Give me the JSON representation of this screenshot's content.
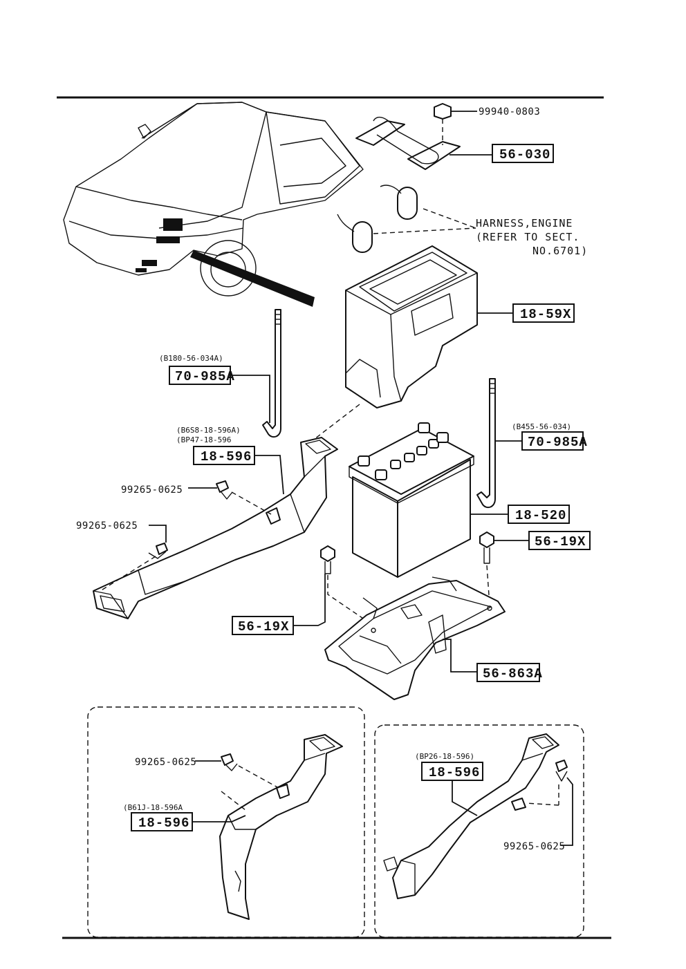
{
  "callouts": {
    "nut_top": "99940-0803",
    "clamp": "56-030",
    "harness_line1": "HARNESS,ENGINE",
    "harness_line2": "(REFER TO SECT.",
    "harness_line3": "NO.6701)",
    "cover": "18-59X",
    "rod_left_sub": "(B180-56-034A)",
    "rod_left": "70-985A",
    "duct_main_sub1": "(B6S8-18-596A)",
    "duct_main_sub2": "(BP47-18-596",
    "duct_main": "18-596",
    "clip_upper": "99265-0625",
    "clip_lower": "99265-0625",
    "rod_right_sub": "(B455-56-034)",
    "rod_right": "70-985A",
    "battery": "18-520",
    "bolt_right": "56-19X",
    "bolt_left": "56-19X",
    "tray": "56-863A"
  },
  "inset_left": {
    "clip": "99265-0625",
    "duct_sub": "(B61J-18-596A",
    "duct": "18-596"
  },
  "inset_right": {
    "duct_sub": "(BP26-18-596)",
    "duct": "18-596",
    "clip": "99265-0625"
  }
}
